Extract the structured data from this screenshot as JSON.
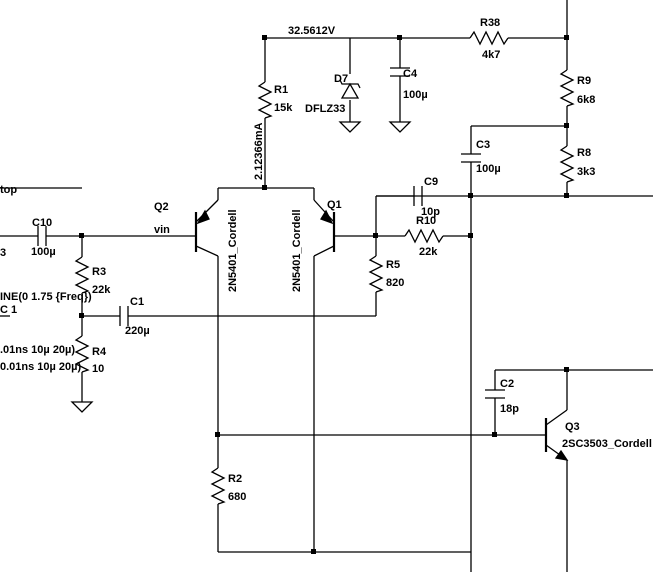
{
  "annotations": {
    "supply_voltage": "32.5612V",
    "tail_current": "2.12366mA",
    "input_net": "vin",
    "left_text_1": "top",
    "left_text_2": "3",
    "left_text_3": "INE(0 1.75 {Freq})",
    "left_text_4": "C 1",
    "left_text_5": ".01ns 10µ 20µ)",
    "left_text_6": " 0.01ns 10µ 20µ)"
  },
  "components": {
    "R38": {
      "ref": "R38",
      "value": "4k7"
    },
    "R1": {
      "ref": "R1",
      "value": "15k"
    },
    "D7": {
      "ref": "D7",
      "value": "DFLZ33"
    },
    "C4": {
      "ref": "C4",
      "value": "100µ"
    },
    "R9": {
      "ref": "R9",
      "value": "6k8"
    },
    "C3": {
      "ref": "C3",
      "value": "100µ"
    },
    "R8": {
      "ref": "R8",
      "value": "3k3"
    },
    "C10": {
      "ref": "C10",
      "value": "100µ"
    },
    "Q2": {
      "ref": "Q2",
      "value": "2N5401_Cordell"
    },
    "Q1": {
      "ref": "Q1",
      "value": "2N5401_Cordell"
    },
    "C9": {
      "ref": "C9",
      "value": "10p"
    },
    "R10": {
      "ref": "R10",
      "value": "22k"
    },
    "R3": {
      "ref": "R3",
      "value": "22k"
    },
    "R5": {
      "ref": "R5",
      "value": "820"
    },
    "C1": {
      "ref": "C1",
      "value": "220µ"
    },
    "R4": {
      "ref": "R4",
      "value": "10"
    },
    "C2": {
      "ref": "C2",
      "value": "18p"
    },
    "Q3": {
      "ref": "Q3",
      "value": "2SC3503_Cordell"
    },
    "R2": {
      "ref": "R2",
      "value": "680"
    }
  }
}
